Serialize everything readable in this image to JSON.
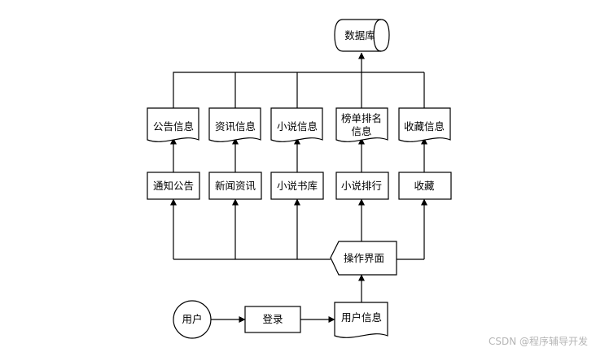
{
  "diagram": {
    "database": "数据库",
    "documents": {
      "announcement_info": "公告信息",
      "news_info": "资讯信息",
      "novel_info": "小说信息",
      "ranking_info_line1": "榜单排名",
      "ranking_info_line2": "信息",
      "favorite_info": "收藏信息"
    },
    "processes": {
      "notice": "通知公告",
      "news": "新闻资讯",
      "library": "小说书库",
      "ranking": "小说排行",
      "favorite": "收藏"
    },
    "display": "操作界面",
    "user": "用户",
    "login": "登录",
    "user_info": "用户信息"
  },
  "watermark": "CSDN @程序辅导开发"
}
